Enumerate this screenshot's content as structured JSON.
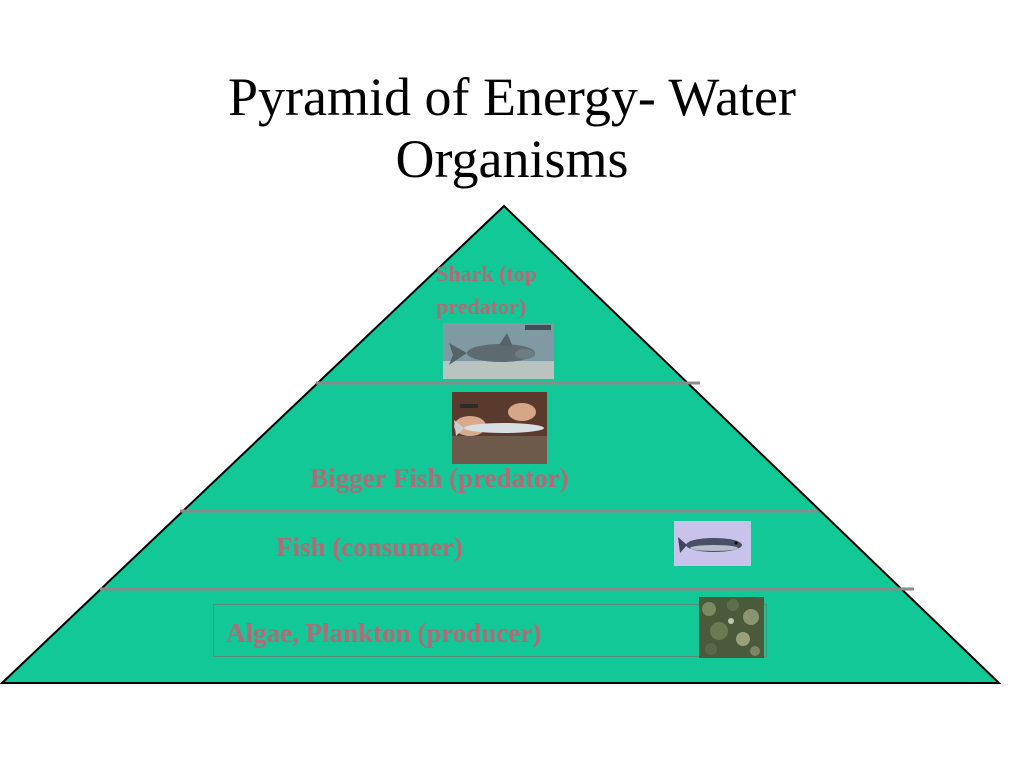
{
  "title": {
    "line1": "Pyramid of Energy- Water",
    "line2": "Organisms"
  },
  "levels": {
    "shark": {
      "line1": "Shark (top",
      "line2": "predator)"
    },
    "bigger_fish": "Bigger Fish (predator)",
    "fish": "Fish (consumer)",
    "algae": "Algae, Plankton (producer)"
  },
  "colors": {
    "pyramid_fill": "#12c896",
    "divider": "#8a8a8a",
    "label": "#b26a78"
  },
  "images": {
    "shark": "shark-photo",
    "bigger_fish": "barracuda-in-hands-photo",
    "fish": "fish-photo",
    "algae": "algae-photo"
  }
}
